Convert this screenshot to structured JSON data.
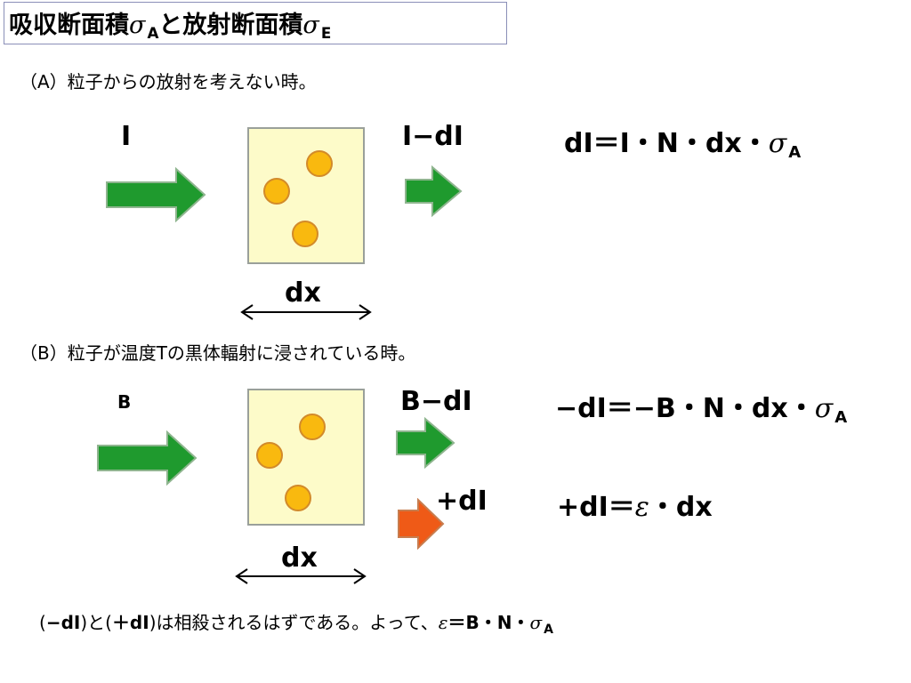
{
  "title": {
    "part1": "吸収断面積",
    "sigma": "σ",
    "sub_a": "A",
    "part2": "と放射断面積",
    "sub_e": "E"
  },
  "section_a": {
    "heading": "（A）粒子からの放射を考えない時。",
    "label_in": "I",
    "label_out": "I−dI",
    "eq_main": "dI＝I・N・dx・",
    "eq_sigma": "σ",
    "eq_sub": "A",
    "dx_label": "dx"
  },
  "section_b": {
    "heading": "（B）粒子が温度Tの黒体輻射に浸されている時。",
    "label_in": "B",
    "label_out": "B−dI",
    "label_emit": "+dI",
    "eq1_main": "−dI＝−B・N・dx・",
    "eq1_sigma": "σ",
    "eq1_sub": "A",
    "eq2_pre": "+dI＝",
    "eq2_eps": "ε",
    "eq2_post": "・dx",
    "dx_label": "dx"
  },
  "footer": {
    "p1": "(",
    "p2": "−dI",
    "p3": ")と(",
    "p4": "＋dI",
    "p5": ")は相殺されるはずである。よって、",
    "eps": "ε",
    "p6": "＝B・N・",
    "sigma": "σ",
    "sub": "A"
  },
  "colors": {
    "arrow_green": "#1f9a2e",
    "arrow_orange": "#ef5a17",
    "box_fill": "#fdfbc9",
    "particle": "#f9b90f"
  }
}
